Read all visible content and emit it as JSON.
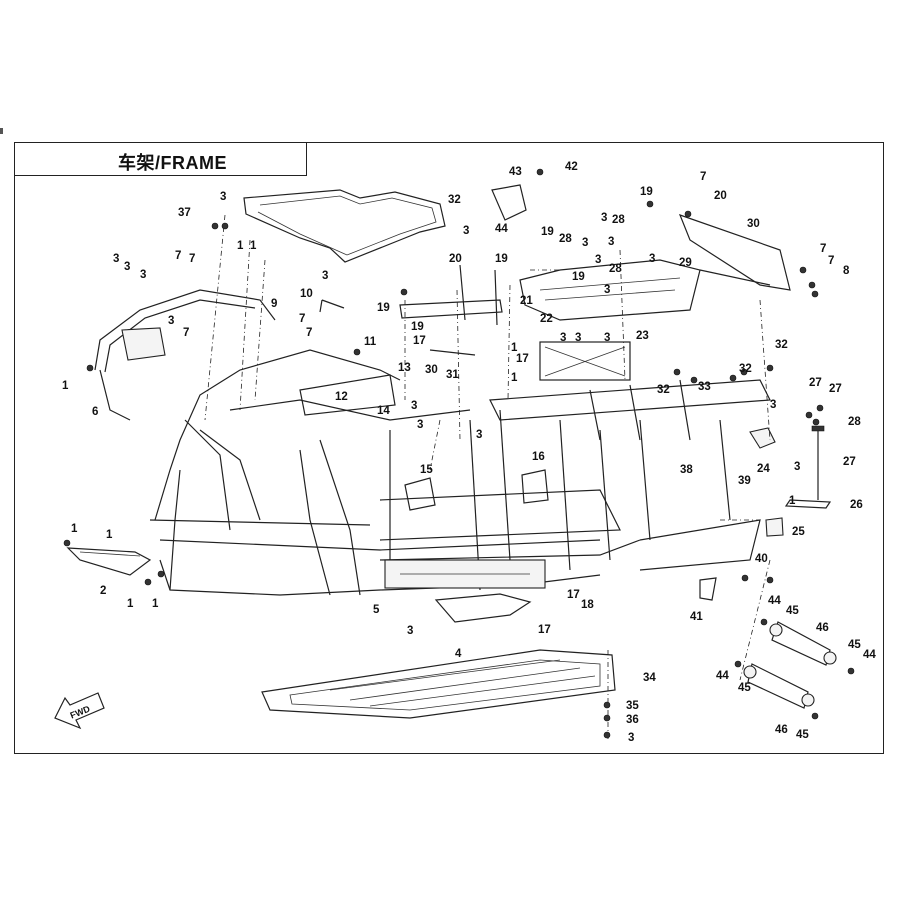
{
  "header": {
    "title": "车架/FRAME"
  },
  "fwd_label": "FWD",
  "callouts": [
    {
      "id": "c1a",
      "text": "1"
    },
    {
      "id": "c1b",
      "text": "1"
    },
    {
      "id": "c1c",
      "text": "1"
    },
    {
      "id": "c1d",
      "text": "1"
    },
    {
      "id": "c1e",
      "text": "1"
    },
    {
      "id": "c1f",
      "text": "1"
    },
    {
      "id": "c1g",
      "text": "1"
    },
    {
      "id": "c1h",
      "text": "1"
    },
    {
      "id": "c1i",
      "text": "1"
    },
    {
      "id": "c1j",
      "text": "1"
    },
    {
      "id": "c2",
      "text": "2"
    },
    {
      "id": "c3a",
      "text": "3"
    },
    {
      "id": "c3b",
      "text": "3"
    },
    {
      "id": "c3c",
      "text": "3"
    },
    {
      "id": "c3d",
      "text": "3"
    },
    {
      "id": "c3e",
      "text": "3"
    },
    {
      "id": "c3f",
      "text": "3"
    },
    {
      "id": "c3g",
      "text": "3"
    },
    {
      "id": "c3h",
      "text": "3"
    },
    {
      "id": "c3i",
      "text": "3"
    },
    {
      "id": "c3j",
      "text": "3"
    },
    {
      "id": "c3k",
      "text": "3"
    },
    {
      "id": "c3l",
      "text": "3"
    },
    {
      "id": "c3m",
      "text": "3"
    },
    {
      "id": "c3n",
      "text": "3"
    },
    {
      "id": "c3o",
      "text": "3"
    },
    {
      "id": "c3p",
      "text": "3"
    },
    {
      "id": "c3q",
      "text": "3"
    },
    {
      "id": "c3r",
      "text": "3"
    },
    {
      "id": "c3s",
      "text": "3"
    },
    {
      "id": "c3t",
      "text": "3"
    },
    {
      "id": "c3u",
      "text": "3"
    },
    {
      "id": "c3v",
      "text": "3"
    },
    {
      "id": "c4",
      "text": "4"
    },
    {
      "id": "c5",
      "text": "5"
    },
    {
      "id": "c6",
      "text": "6"
    },
    {
      "id": "c7a",
      "text": "7"
    },
    {
      "id": "c7b",
      "text": "7"
    },
    {
      "id": "c7c",
      "text": "7"
    },
    {
      "id": "c7d",
      "text": "7"
    },
    {
      "id": "c7e",
      "text": "7"
    },
    {
      "id": "c7f",
      "text": "7"
    },
    {
      "id": "c7g",
      "text": "7"
    },
    {
      "id": "c7h",
      "text": "7"
    },
    {
      "id": "c8",
      "text": "8"
    },
    {
      "id": "c9",
      "text": "9"
    },
    {
      "id": "c10",
      "text": "10"
    },
    {
      "id": "c11",
      "text": "11"
    },
    {
      "id": "c12",
      "text": "12"
    },
    {
      "id": "c13",
      "text": "13"
    },
    {
      "id": "c14",
      "text": "14"
    },
    {
      "id": "c15",
      "text": "15"
    },
    {
      "id": "c16",
      "text": "16"
    },
    {
      "id": "c17a",
      "text": "17"
    },
    {
      "id": "c17b",
      "text": "17"
    },
    {
      "id": "c17c",
      "text": "17"
    },
    {
      "id": "c17d",
      "text": "17"
    },
    {
      "id": "c18",
      "text": "18"
    },
    {
      "id": "c19a",
      "text": "19"
    },
    {
      "id": "c19b",
      "text": "19"
    },
    {
      "id": "c19c",
      "text": "19"
    },
    {
      "id": "c19d",
      "text": "19"
    },
    {
      "id": "c19e",
      "text": "19"
    },
    {
      "id": "c19f",
      "text": "19"
    },
    {
      "id": "c20a",
      "text": "20"
    },
    {
      "id": "c20b",
      "text": "20"
    },
    {
      "id": "c21",
      "text": "21"
    },
    {
      "id": "c22",
      "text": "22"
    },
    {
      "id": "c23",
      "text": "23"
    },
    {
      "id": "c24",
      "text": "24"
    },
    {
      "id": "c25",
      "text": "25"
    },
    {
      "id": "c26",
      "text": "26"
    },
    {
      "id": "c27a",
      "text": "27"
    },
    {
      "id": "c27b",
      "text": "27"
    },
    {
      "id": "c27c",
      "text": "27"
    },
    {
      "id": "c28a",
      "text": "28"
    },
    {
      "id": "c28b",
      "text": "28"
    },
    {
      "id": "c28c",
      "text": "28"
    },
    {
      "id": "c28d",
      "text": "28"
    },
    {
      "id": "c29",
      "text": "29"
    },
    {
      "id": "c30a",
      "text": "30"
    },
    {
      "id": "c30b",
      "text": "30"
    },
    {
      "id": "c31",
      "text": "31"
    },
    {
      "id": "c32a",
      "text": "32"
    },
    {
      "id": "c32b",
      "text": "32"
    },
    {
      "id": "c32c",
      "text": "32"
    },
    {
      "id": "c32d",
      "text": "32"
    },
    {
      "id": "c33",
      "text": "33"
    },
    {
      "id": "c34",
      "text": "34"
    },
    {
      "id": "c35",
      "text": "35"
    },
    {
      "id": "c36",
      "text": "36"
    },
    {
      "id": "c37",
      "text": "37"
    },
    {
      "id": "c38",
      "text": "38"
    },
    {
      "id": "c39",
      "text": "39"
    },
    {
      "id": "c40",
      "text": "40"
    },
    {
      "id": "c41",
      "text": "41"
    },
    {
      "id": "c42",
      "text": "42"
    },
    {
      "id": "c43",
      "text": "43"
    },
    {
      "id": "c44a",
      "text": "44"
    },
    {
      "id": "c44b",
      "text": "44"
    },
    {
      "id": "c44c",
      "text": "44"
    },
    {
      "id": "c44d",
      "text": "44"
    },
    {
      "id": "c45a",
      "text": "45"
    },
    {
      "id": "c45b",
      "text": "45"
    },
    {
      "id": "c45c",
      "text": "45"
    },
    {
      "id": "c45d",
      "text": "45"
    },
    {
      "id": "c46a",
      "text": "46"
    },
    {
      "id": "c46b",
      "text": "46"
    }
  ]
}
